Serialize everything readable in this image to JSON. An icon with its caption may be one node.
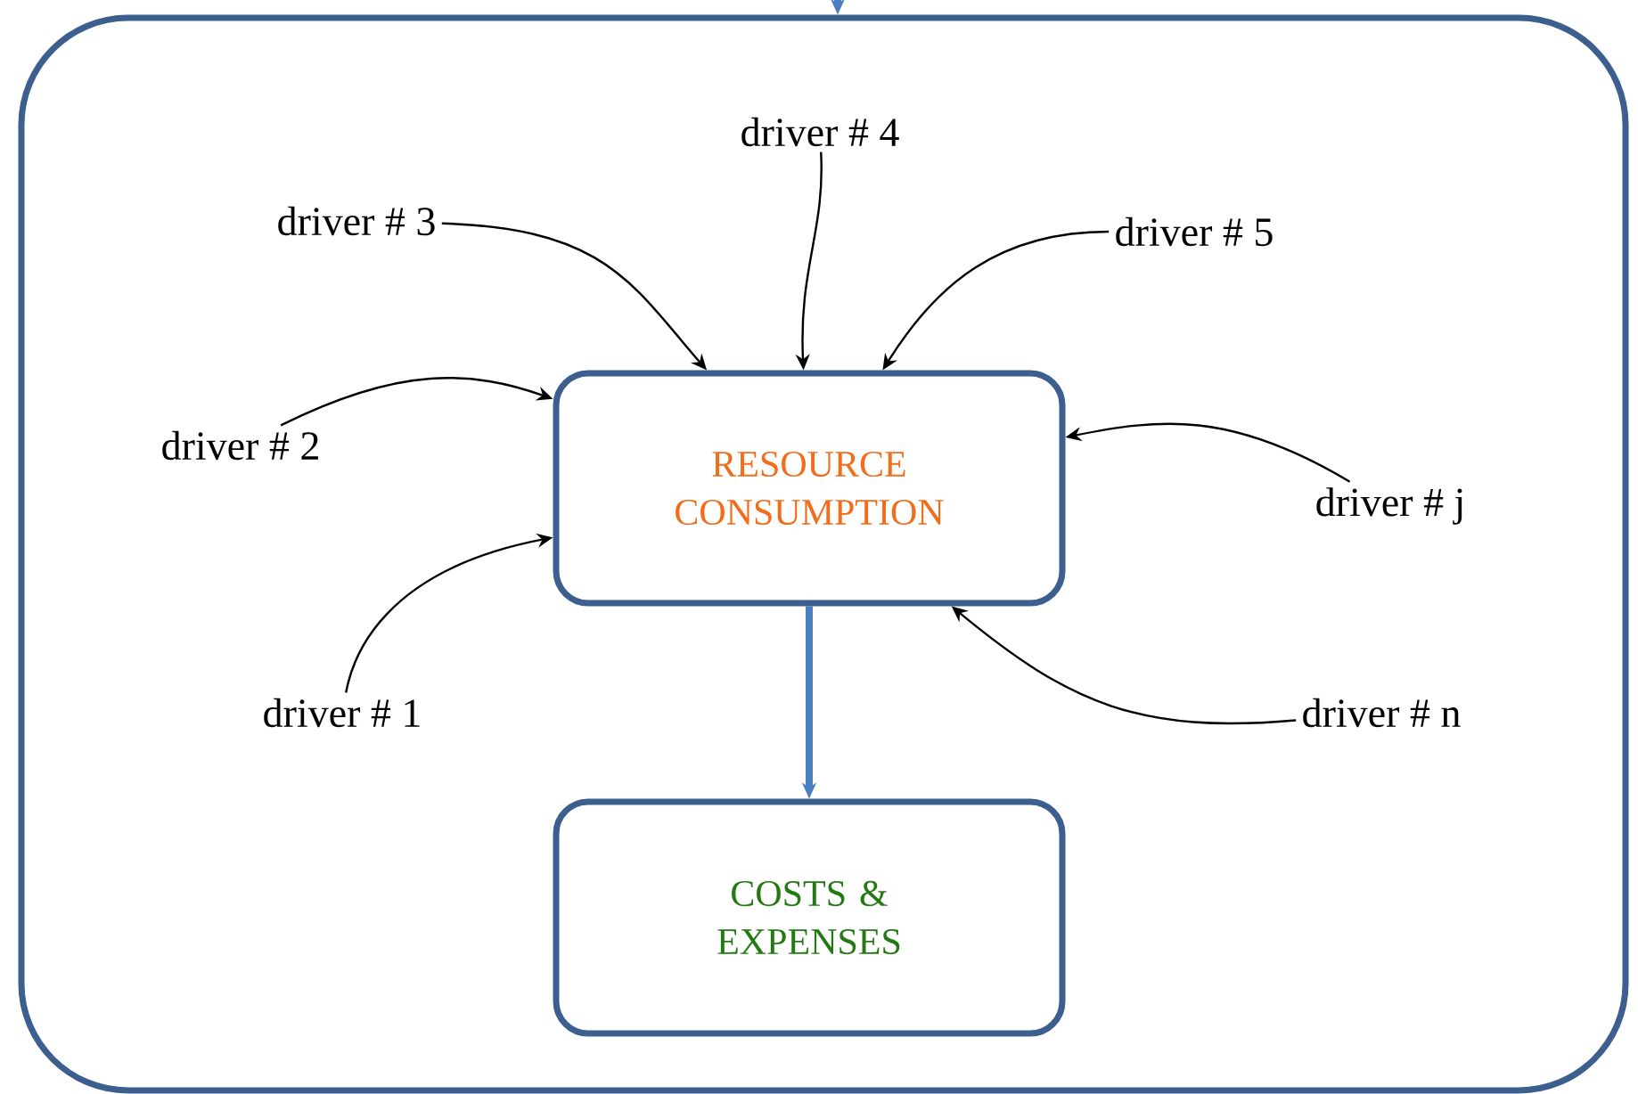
{
  "diagram": {
    "nodes": [
      {
        "text": [],
        "shape": "box"
      },
      {
        "text": [
          "RESOURCE CONSUMPTION"
        ],
        "in": 0
      },
      {
        "text": [
          "COSTS & EXPENSES"
        ],
        "in": 0
      },
      {
        "text": [
          "driver # 1"
        ],
        "in": 0
      },
      {
        "text": [
          "driver # 2"
        ],
        "in": 0
      },
      {
        "text": [
          "driver # 3"
        ],
        "in": 0
      },
      {
        "text": [
          "driver # 4"
        ],
        "in": 0
      },
      {
        "text": [
          "driver # 5"
        ],
        "in": 0
      },
      {
        "text": [
          "driver # j"
        ],
        "in": 0
      },
      {
        "text": [
          "driver # n"
        ],
        "in": 0
      }
    ],
    "edges": [
      {
        "from": null,
        "to": 0,
        "arrow": "to",
        "style": "thick",
        "color": "#4a7fc0"
      },
      {
        "from": 1,
        "to": 2,
        "arrow": "to",
        "style": "thick",
        "color": "#4a7fc0"
      },
      {
        "from": 3,
        "to": 1,
        "arrow": "to"
      },
      {
        "from": 4,
        "to": 1,
        "arrow": "to"
      },
      {
        "from": 5,
        "to": 1,
        "arrow": "to"
      },
      {
        "from": 6,
        "to": 1,
        "arrow": "to"
      },
      {
        "from": 7,
        "to": 1,
        "arrow": "to"
      },
      {
        "from": 8,
        "to": 1,
        "arrow": "to"
      },
      {
        "from": 9,
        "to": 1,
        "arrow": "to"
      }
    ]
  }
}
